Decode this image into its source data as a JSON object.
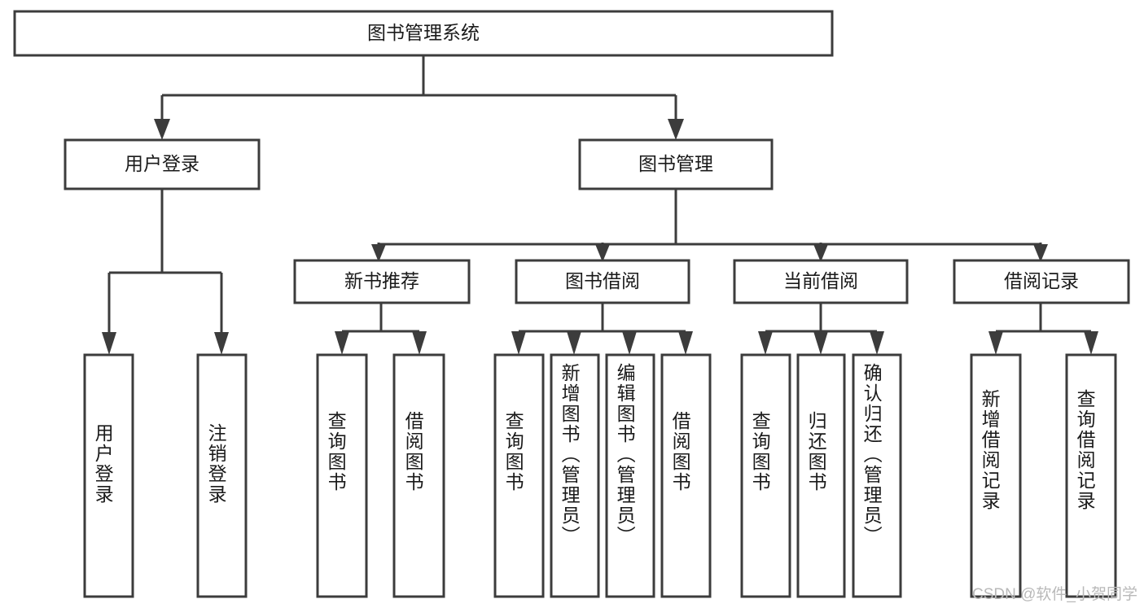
{
  "diagram": {
    "title": "图书管理系统",
    "type": "tree-hierarchy-diagram",
    "theme": {
      "background": "#ffffff",
      "box_fill": "#ffffff",
      "box_stroke": "#3c3c3c",
      "text_color": "#1a1a1a",
      "watermark_color": "#b9b9b9"
    },
    "root": {
      "label": "图书管理系统"
    },
    "level2": [
      {
        "label": "用户登录"
      },
      {
        "label": "图书管理"
      }
    ],
    "level3": [
      {
        "label": "新书推荐"
      },
      {
        "label": "图书借阅"
      },
      {
        "label": "当前借阅"
      },
      {
        "label": "借阅记录"
      }
    ],
    "leaves": {
      "user_login": [
        {
          "label": "用户登录"
        },
        {
          "label": "注销登录"
        }
      ],
      "new_book_recommend": [
        {
          "label": "查询图书"
        },
        {
          "label": "借阅图书"
        }
      ],
      "book_borrow": [
        {
          "label": "查询图书"
        },
        {
          "label": "新增图书（管理员）"
        },
        {
          "label": "编辑图书（管理员）"
        },
        {
          "label": "借阅图书"
        }
      ],
      "current_borrow": [
        {
          "label": "查询图书"
        },
        {
          "label": "归还图书"
        },
        {
          "label": "确认归还（管理员）"
        }
      ],
      "borrow_record": [
        {
          "label": "新增借阅记录"
        },
        {
          "label": "查询借阅记录"
        }
      ]
    }
  },
  "watermark": {
    "text": "CSDN @软件_小贺同学"
  }
}
